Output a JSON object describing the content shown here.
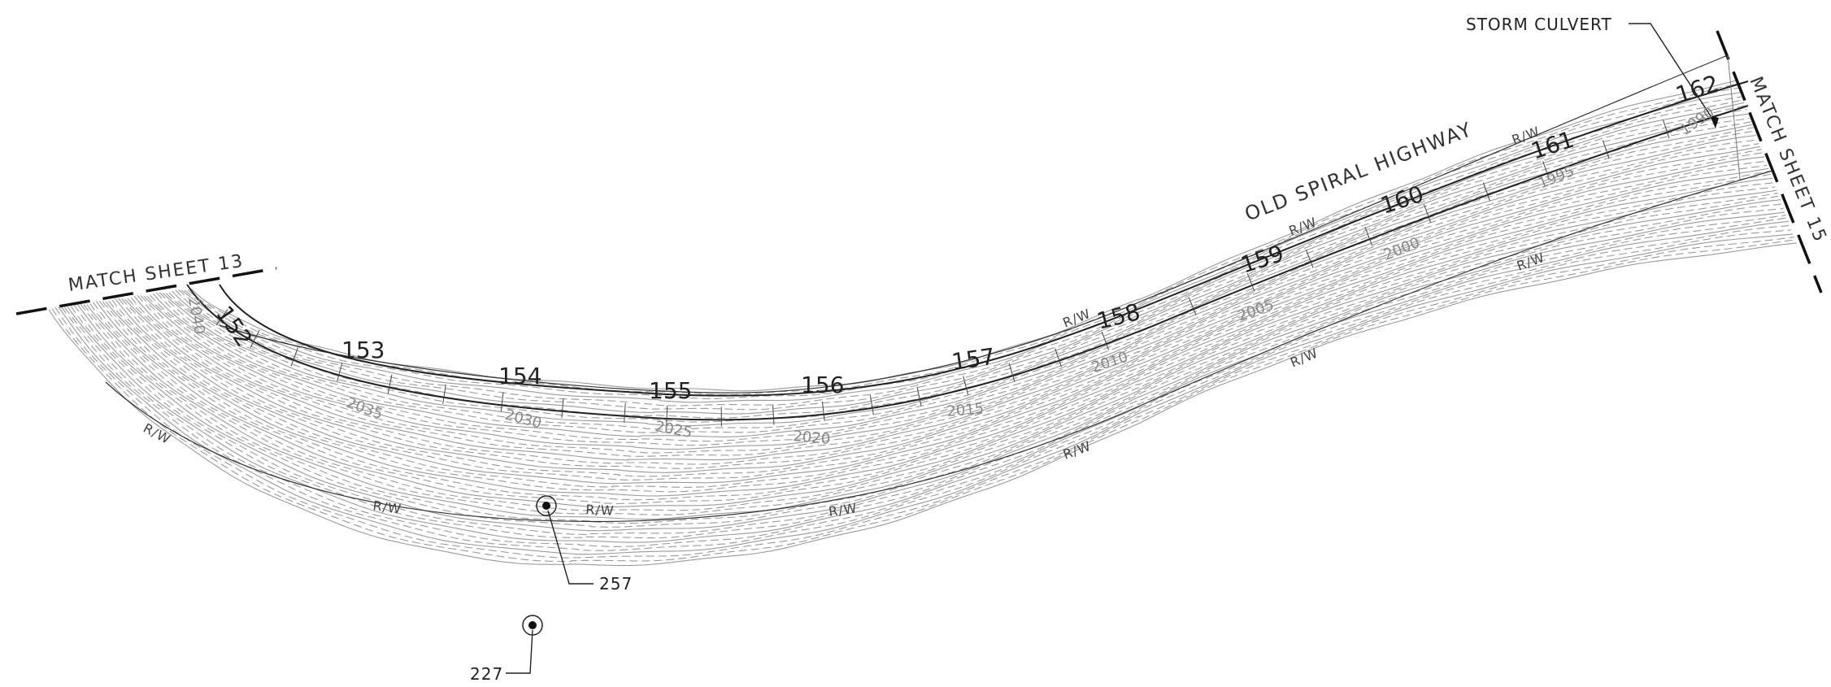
{
  "sheet": {
    "highway_name": "OLD SPIRAL HIGHWAY",
    "match_left": "MATCH SHEET 13",
    "match_right": "MATCH SHEET 15",
    "storm_culvert": "STORM CULVERT",
    "rw_label": "R/W"
  },
  "stations": [
    "152",
    "153",
    "154",
    "155",
    "156",
    "157",
    "158",
    "159",
    "160",
    "161",
    "162"
  ],
  "elevations": [
    "2040",
    "2035",
    "2030",
    "2025",
    "2020",
    "2015",
    "2010",
    "2005",
    "2000",
    "1995",
    "1990"
  ],
  "points": [
    {
      "id": "257"
    },
    {
      "id": "227"
    }
  ],
  "colors": {
    "ink": "#222222",
    "contour": "#9a9a9a",
    "background": "#ffffff"
  }
}
